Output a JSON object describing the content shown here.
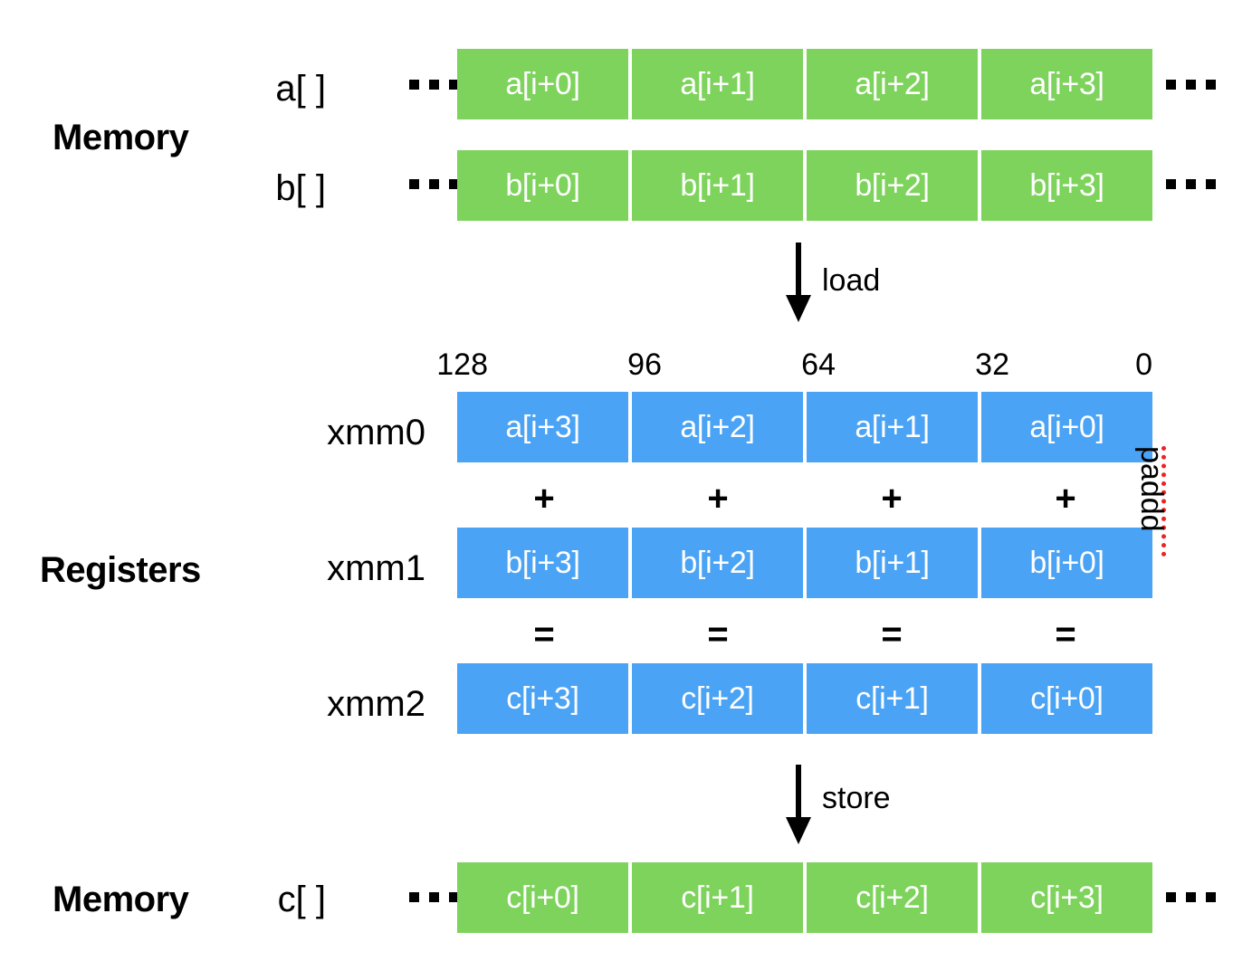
{
  "diagram": {
    "title": "SIMD packed integer addition (paddd) data flow",
    "colors": {
      "memory_cell": "#7DD35B",
      "register_cell": "#4AA3F5",
      "instruction_bracket": "#EE2222",
      "text": "#000000",
      "cell_text": "#FFFFFF",
      "background": "#FFFFFF"
    }
  },
  "sections": {
    "memory_top_label": "Memory",
    "registers_label": "Registers",
    "memory_bottom_label": "Memory"
  },
  "memory_top": {
    "rows": [
      {
        "name": "a[ ]",
        "leading_ellipsis": "...",
        "trailing_ellipsis": "...",
        "cells": [
          "a[i+0]",
          "a[i+1]",
          "a[i+2]",
          "a[i+3]"
        ]
      },
      {
        "name": "b[ ]",
        "leading_ellipsis": "...",
        "trailing_ellipsis": "...",
        "cells": [
          "b[i+0]",
          "b[i+1]",
          "b[i+2]",
          "b[i+3]"
        ]
      }
    ]
  },
  "load_arrow": {
    "label": "load",
    "direction": "down"
  },
  "bit_ruler": {
    "ticks": [
      "128",
      "96",
      "64",
      "32",
      "0"
    ]
  },
  "registers": {
    "rows": [
      {
        "name": "xmm0",
        "cells": [
          "a[i+3]",
          "a[i+2]",
          "a[i+1]",
          "a[i+0]"
        ]
      },
      {
        "name": "xmm1",
        "cells": [
          "b[i+3]",
          "b[i+2]",
          "b[i+1]",
          "b[i+0]"
        ]
      },
      {
        "name": "xmm2",
        "cells": [
          "c[i+3]",
          "c[i+2]",
          "c[i+1]",
          "c[i+0]"
        ]
      }
    ],
    "plus_row": [
      "+",
      "+",
      "+",
      "+"
    ],
    "equals_row": [
      "=",
      "=",
      "=",
      "="
    ],
    "instruction": "paddd"
  },
  "store_arrow": {
    "label": "store",
    "direction": "down"
  },
  "memory_bottom": {
    "rows": [
      {
        "name": "c[ ]",
        "leading_ellipsis": "...",
        "trailing_ellipsis": "...",
        "cells": [
          "c[i+0]",
          "c[i+1]",
          "c[i+2]",
          "c[i+3]"
        ]
      }
    ]
  }
}
